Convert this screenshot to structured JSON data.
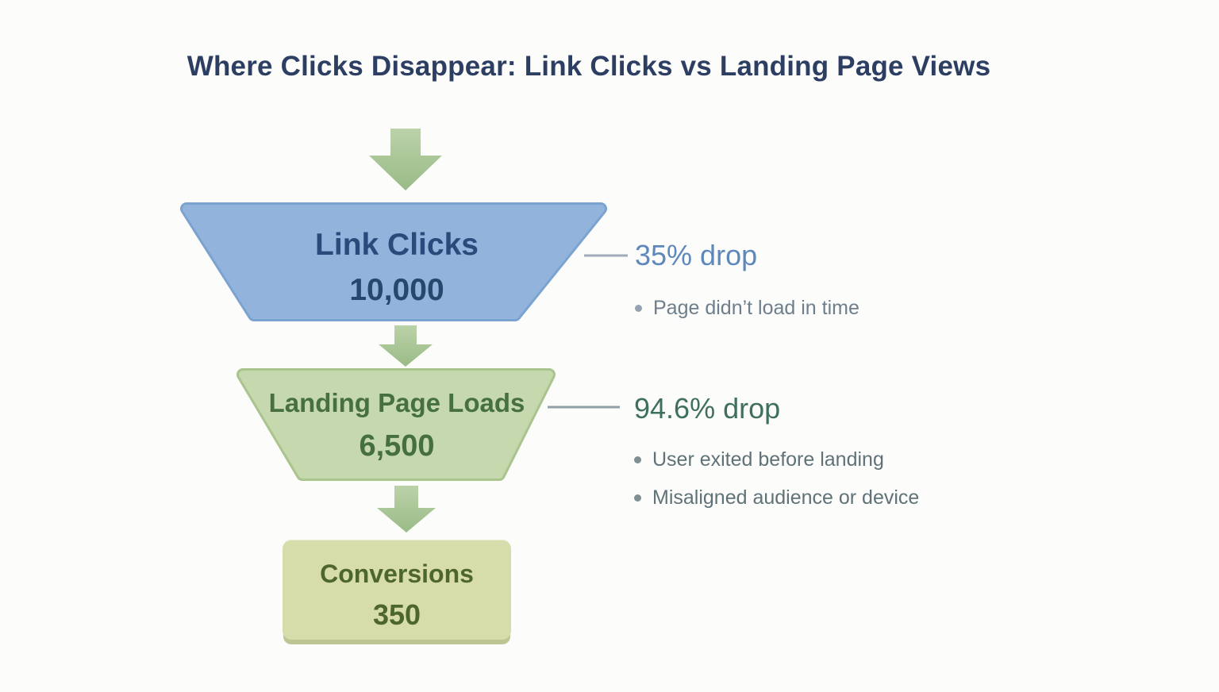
{
  "title": "Where Clicks Disappear: Link Clicks vs Landing Page Views",
  "colors": {
    "background": "#fcfcfb",
    "title_text": "#2d3e63",
    "stage1_fill": "#92b4dc",
    "stage1_edge": "#7ba3cf",
    "stage1_text": "#2a4a7c",
    "stage2_fill": "#c5d8ae",
    "stage2_edge": "#a9c48c",
    "stage2_text": "#47703f",
    "stage3_fill": "#d7dcab",
    "stage3_edge": "#bdc594",
    "stage3_text": "#4d652e",
    "arrow_green_top": "#bbd2a8",
    "arrow_green_bottom": "#99bb87",
    "annotation1_accent": "#5e88ba",
    "annotation2_accent": "#3f6f5d",
    "bullet_text_gray": "#6d7e8c",
    "connector_line": "#9fadba"
  },
  "chart_data": {
    "type": "funnel",
    "title": "Where Clicks Disappear: Link Clicks vs Landing Page Views",
    "stages": [
      {
        "label": "Link Clicks",
        "value": "10,000",
        "value_num": 10000
      },
      {
        "label": "Landing Page Loads",
        "value": "6,500",
        "value_num": 6500
      },
      {
        "label": "Conversions",
        "value": "350",
        "value_num": 350
      }
    ],
    "annotations": [
      {
        "attached_to": "Link Clicks",
        "headline": "35% drop",
        "bullets": [
          "Page didn’t load in time"
        ]
      },
      {
        "attached_to": "Landing Page Loads",
        "headline": "94.6% drop",
        "bullets": [
          "User exited before landing",
          "Misaligned audience or device"
        ]
      }
    ],
    "layout_hints": {
      "orientation": "vertical",
      "annotations_position": "right",
      "grid": false,
      "legend": false
    }
  }
}
